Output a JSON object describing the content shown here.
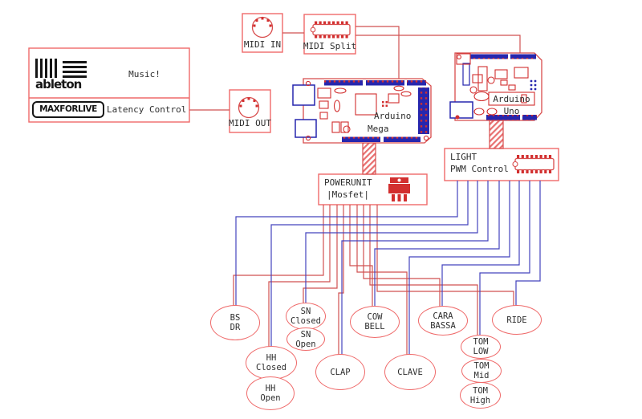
{
  "colors": {
    "box_outline": "#ef6a6a",
    "board_outline": "#d84c4c",
    "component_red": "#d22f2f",
    "header_blue": "#2626ae",
    "wire_red": "#d05252",
    "wire_blue": "#4343bd",
    "text": "#2e2e2e",
    "logo_black": "#161616"
  },
  "ableton_box": {
    "logo_text": "ableton",
    "music_label": "Music!",
    "m4l_logo_text": "MAXFORLIVE",
    "latency_label": "Latency Control"
  },
  "midi_in": {
    "label": "MIDI IN",
    "icon": "din-connector-icon"
  },
  "midi_split": {
    "label": "MIDI Split",
    "icon": "ic-chip-icon"
  },
  "midi_out": {
    "label": "MIDI OUT",
    "icon": "din-connector-icon"
  },
  "arduino_mega": {
    "line1": "Arduino",
    "line2": "Mega"
  },
  "arduino_uno": {
    "line1": "Arduino",
    "line2": "Uno"
  },
  "powerunit": {
    "line1": "POWERUNIT",
    "line2": "|Mosfet|",
    "icon": "mosfet-icon"
  },
  "light_pwm": {
    "line1": "LIGHT",
    "line2": "PWM Control",
    "icon": "ic-chip-icon"
  },
  "pads": [
    {
      "id": "bs-dr",
      "lines": [
        "BS",
        "DR"
      ]
    },
    {
      "id": "sn-closed",
      "lines": [
        "SN",
        "Closed"
      ]
    },
    {
      "id": "sn-open",
      "lines": [
        "SN",
        "Open"
      ]
    },
    {
      "id": "hh-closed",
      "lines": [
        "HH",
        "Closed"
      ]
    },
    {
      "id": "hh-open",
      "lines": [
        "HH",
        "Open"
      ]
    },
    {
      "id": "clap",
      "lines": [
        "CLAP"
      ]
    },
    {
      "id": "cow-bell",
      "lines": [
        "COW",
        "BELL"
      ]
    },
    {
      "id": "clave",
      "lines": [
        "CLAVE"
      ]
    },
    {
      "id": "cara-bassa",
      "lines": [
        "CARA",
        "BASSA"
      ]
    },
    {
      "id": "ride",
      "lines": [
        "RIDE"
      ]
    },
    {
      "id": "tom-low",
      "lines": [
        "TOM",
        "LOW"
      ]
    },
    {
      "id": "tom-mid",
      "lines": [
        "TOM",
        "Mid"
      ]
    },
    {
      "id": "tom-high",
      "lines": [
        "TOM",
        "High"
      ]
    }
  ],
  "connections": [
    {
      "from": "latency-control",
      "to": "midi-out",
      "color": "red"
    },
    {
      "from": "midi-in",
      "to": "midi-split",
      "color": "red"
    },
    {
      "from": "midi-split",
      "to": "arduino-mega",
      "color": "red"
    },
    {
      "from": "midi-split",
      "to": "arduino-uno",
      "color": "red"
    },
    {
      "from": "arduino-mega",
      "to": "powerunit",
      "type": "ribbon"
    },
    {
      "from": "arduino-uno",
      "to": "light-pwm",
      "type": "ribbon"
    },
    {
      "from": "powerunit",
      "to": "bs-dr",
      "color": "red"
    },
    {
      "from": "powerunit",
      "to": "hh-closed",
      "color": "red"
    },
    {
      "from": "powerunit",
      "to": "sn-closed",
      "color": "red"
    },
    {
      "from": "powerunit",
      "to": "clap",
      "color": "red"
    },
    {
      "from": "powerunit",
      "to": "cow-bell",
      "color": "red"
    },
    {
      "from": "powerunit",
      "to": "clave",
      "color": "red"
    },
    {
      "from": "powerunit",
      "to": "cara-bassa",
      "color": "red"
    },
    {
      "from": "powerunit",
      "to": "tom-low",
      "color": "red"
    },
    {
      "from": "powerunit",
      "to": "ride",
      "color": "red"
    },
    {
      "from": "light-pwm",
      "to": "bs-dr",
      "color": "blue"
    },
    {
      "from": "light-pwm",
      "to": "hh-closed",
      "color": "blue"
    },
    {
      "from": "light-pwm",
      "to": "sn-closed",
      "color": "blue"
    },
    {
      "from": "light-pwm",
      "to": "clap",
      "color": "blue"
    },
    {
      "from": "light-pwm",
      "to": "cow-bell",
      "color": "blue"
    },
    {
      "from": "light-pwm",
      "to": "clave",
      "color": "blue"
    },
    {
      "from": "light-pwm",
      "to": "cara-bassa",
      "color": "blue"
    },
    {
      "from": "light-pwm",
      "to": "tom-low",
      "color": "blue"
    },
    {
      "from": "light-pwm",
      "to": "ride",
      "color": "blue"
    }
  ]
}
